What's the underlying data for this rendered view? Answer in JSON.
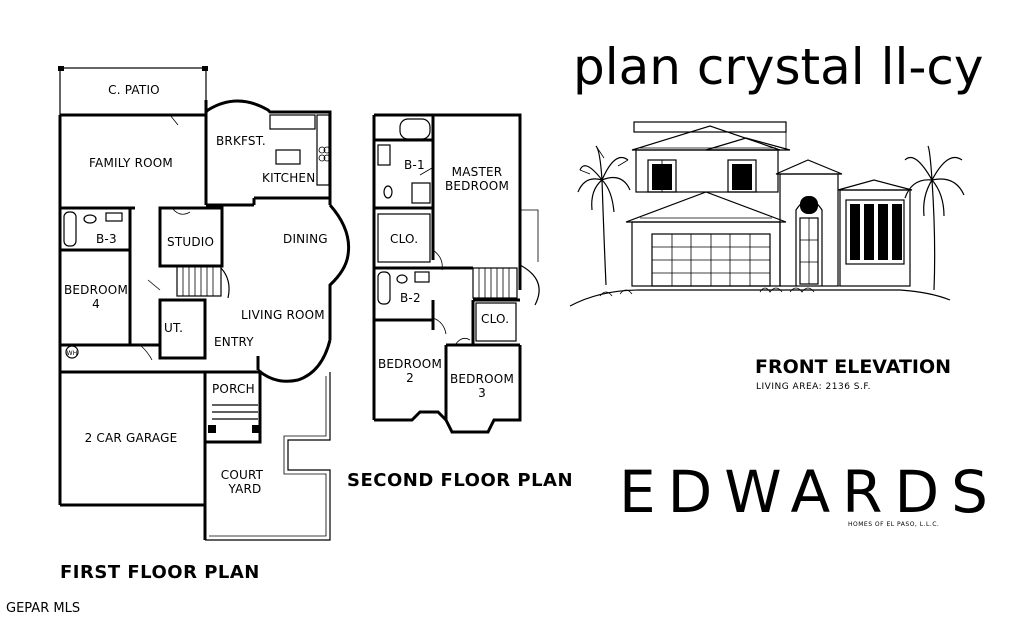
{
  "title": "plan crystal ll-cy",
  "first_floor": {
    "label": "FIRST FLOOR PLAN",
    "rooms": {
      "c_patio": "C. PATIO",
      "family_room": "FAMILY ROOM",
      "brkfst": "BRKFST.",
      "kitchen": "KITCHEN",
      "b3": "B-3",
      "studio": "STUDIO",
      "dining": "DINING",
      "bedroom4_line1": "BEDROOM",
      "bedroom4_line2": "4",
      "living_room": "LIVING ROOM",
      "ut": "UT.",
      "entry": "ENTRY",
      "wh": "WH",
      "porch": "PORCH",
      "garage": "2 CAR GARAGE",
      "court_line1": "COURT",
      "court_line2": "YARD"
    }
  },
  "second_floor": {
    "label": "SECOND FLOOR PLAN",
    "rooms": {
      "b1": "B-1",
      "master_line1": "MASTER",
      "master_line2": "BEDROOM",
      "clo1": "CLO.",
      "b2": "B-2",
      "clo2": "CLO.",
      "bedroom2_line1": "BEDROOM",
      "bedroom2_line2": "2",
      "bedroom3_line1": "BEDROOM",
      "bedroom3_line2": "3"
    }
  },
  "elevation": {
    "label": "FRONT ELEVATION",
    "living_area": "LIVING AREA:  2136 S.F."
  },
  "brand": {
    "name": "EDWARDS",
    "tagline": "HOMES OF EL PASO, L.L.C."
  },
  "watermark": "GEPAR MLS"
}
